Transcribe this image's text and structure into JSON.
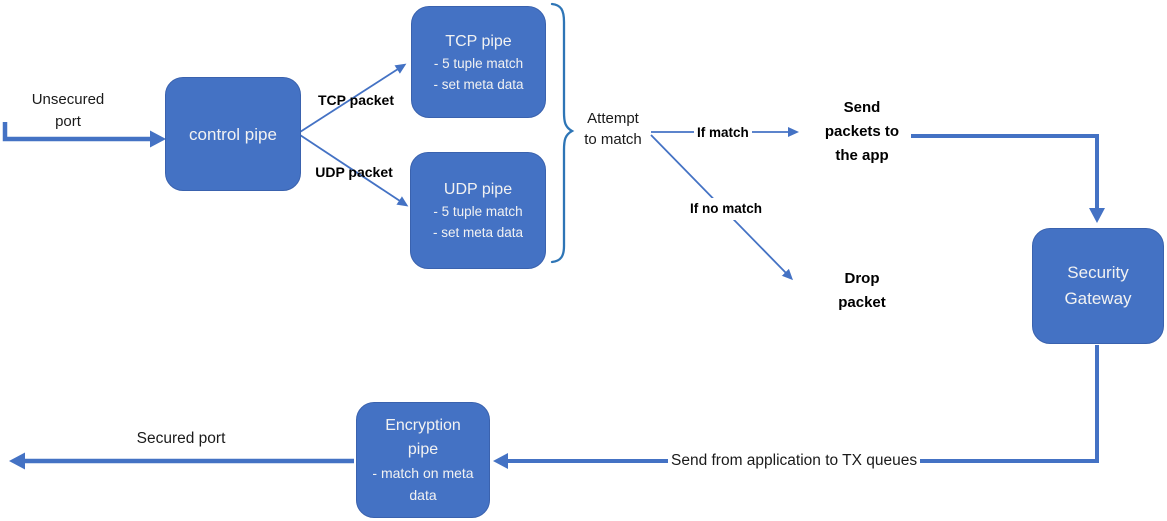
{
  "diagram": {
    "nodes": {
      "control_pipe": {
        "title": "control pipe"
      },
      "tcp_pipe": {
        "title": "TCP pipe",
        "details": [
          "- 5 tuple match",
          "- set meta data"
        ]
      },
      "udp_pipe": {
        "title": "UDP pipe",
        "details": [
          "- 5 tuple match",
          "- set meta data"
        ]
      },
      "security_gateway": {
        "title": "Security\nGateway"
      },
      "encryption_pipe": {
        "title": "Encryption\npipe",
        "detail": "- match on meta\ndata"
      }
    },
    "labels": {
      "unsecured_port": "Unsecured\nport",
      "tcp_packet": "TCP packet",
      "udp_packet": "UDP packet",
      "attempt_to_match": "Attempt\nto match",
      "if_match": "If match",
      "if_no_match": "If no match",
      "send_packets": "Send\npackets to\nthe app",
      "drop_packet": "Drop\npacket",
      "secured_port": "Secured port",
      "send_from_app": "Send from application to TX queues"
    },
    "colors": {
      "node_fill": "#4472C4",
      "node_border": "#3A62AE",
      "node_text": "#F2F2F2",
      "connector": "#4472C4",
      "brace": "#2E75B6",
      "label_text": "#1A1A1A"
    }
  }
}
